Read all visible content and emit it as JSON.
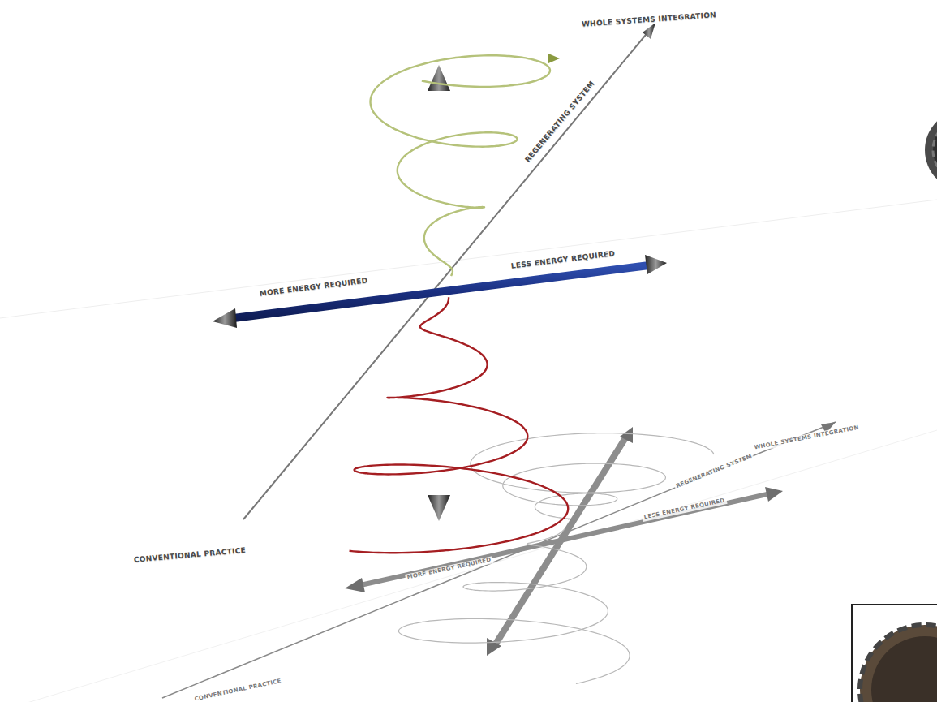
{
  "diagram": {
    "labels": [
      "WHOLE SYSTEMS INTEGRATION",
      "REGENERATING SYSTEM",
      "MORE ENERGY REQUIRED",
      "LESS ENERGY REQUIRED",
      "CONVENTIONAL PRACTICE",
      "WHOLE SYSTEMS INTEGRATION",
      "REGENERATING SYSTEM",
      "MORE ENERGY REQUIRED",
      "LESS ENERGY REQUIRED",
      "CONVENTIONAL PRACTICE"
    ]
  }
}
